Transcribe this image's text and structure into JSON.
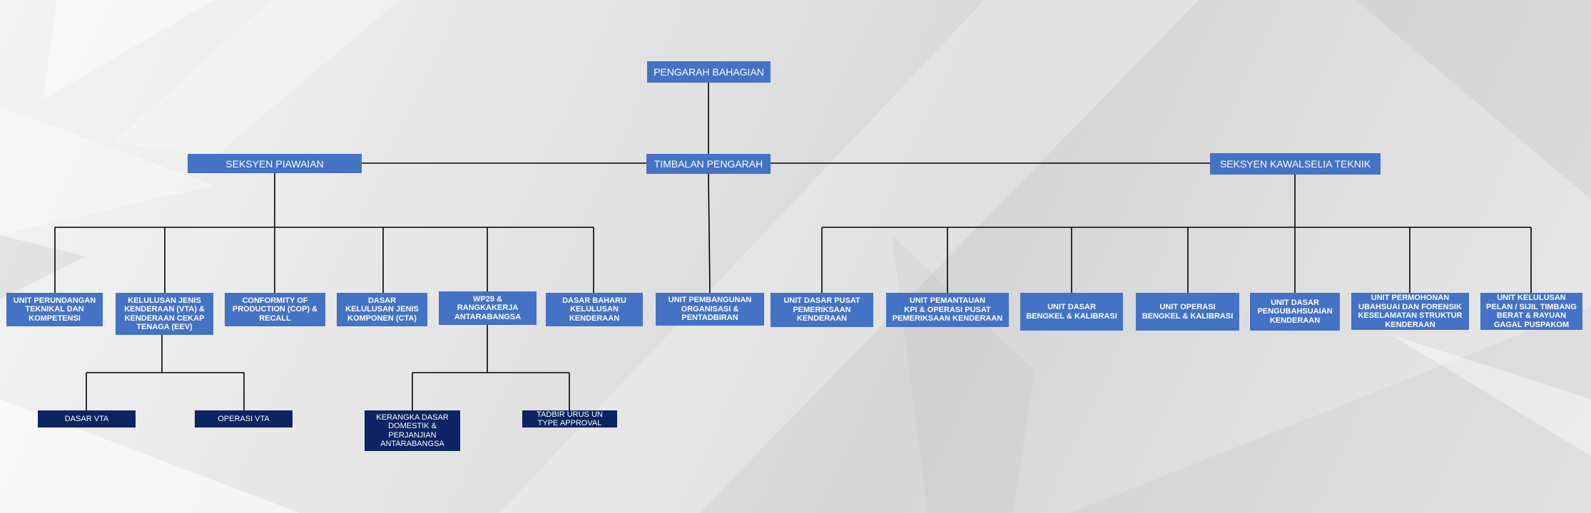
{
  "colors": {
    "box_primary": "#4472c4",
    "box_dark": "#0d2463",
    "connector": "#000000",
    "text": "#ffffff"
  },
  "chart": {
    "director": "PENGARAH  BAHAGIAN",
    "deputy": "TIMBALAN PENGARAH",
    "sections": {
      "standards": "SEKSYEN PIAWAIAN",
      "technical": "SEKSYEN  KAWALSELIA  TEKNIK"
    },
    "units_standards": [
      "UNIT PERUNDANGAN\nTEKNIKAL  DAN\nKOMPETENSI",
      "KELULUSAN  JENIS\nKENDERAAN  (VTA) &\nKENDERAAN  CEKAP\nTENAGA (EEV)",
      "CONFORMITY OF\nPRODUCTION (COP) &\nRECALL",
      "DASAR\nKELULUSAN  JENIS\nKOMPONEN  (CTA)",
      "WP29 &\nRANGKAKERJA\nANTARABANGSA",
      "DASAR BAHARU\nKELULUSAN\nKENDERAAN"
    ],
    "unit_deputy": "UNIT PEMBANGUNAN\nORGANISASI &\nPENTADBIRAN",
    "units_technical": [
      "UNIT DASAR PUSAT\nPEMERIKSAAN\nKENDERAAN",
      "UNIT PEMANTAUAN\nKPI & OPERASI  PUSAT\nPEMERIKSAAN  KENDERAAN",
      "UNIT DASAR\nBENGKEL  & KALIBRASI",
      "UNIT OPERASI\nBENGKEL  & KALIBRASI",
      "UNIT DASAR\nPENGUBAHSUAIAN\nKENDERAAN",
      "UNIT PERMOHONAN\nUBAHSUAI DAN FORENSIK\nKESELAMATAN STRUKTUR\nKENDERAAN",
      "UNIT KELULUSAN\nPELAN / SIJIL TIMBANG\nBERAT & RAYUAN\nGAGAL PUSPAKOM"
    ],
    "sub_vta": [
      "DASAR VTA",
      "OPERASI  VTA"
    ],
    "sub_wp29": [
      "KERANGKA DASAR\nDOMESTIK  &\nPERJANJIAN\nANTARABANGSA",
      "TADBIR URUS UN\nTYPE  APPROVAL"
    ]
  }
}
